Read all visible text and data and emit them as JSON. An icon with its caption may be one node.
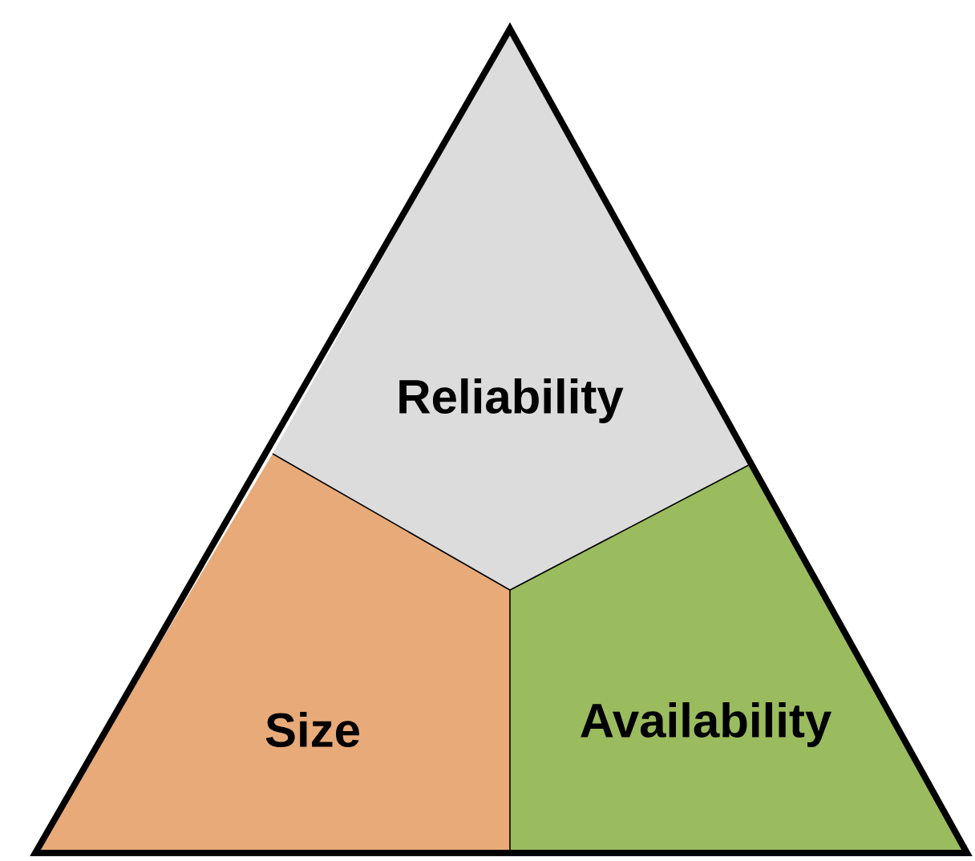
{
  "diagram": {
    "nodes": [
      {
        "text": [
          "Reliability"
        ]
      },
      {
        "text": [
          "Size"
        ]
      },
      {
        "text": [
          "Availability"
        ]
      }
    ]
  }
}
